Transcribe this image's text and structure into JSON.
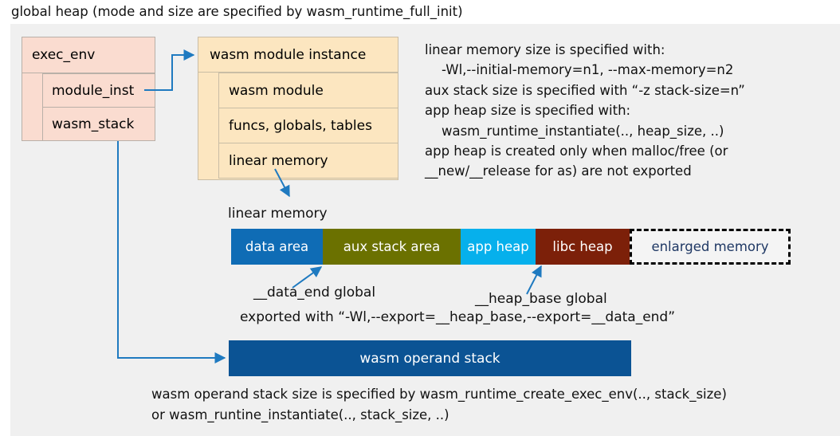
{
  "title": "global heap (mode and size are specified by wasm_runtime_full_init)",
  "exec_env": {
    "header": "exec_env",
    "rows": [
      {
        "label": "module_inst"
      },
      {
        "label": "wasm_stack"
      }
    ]
  },
  "module_instance": {
    "header": "wasm module instance",
    "rows": [
      {
        "label": "wasm module"
      },
      {
        "label": "funcs, globals, tables"
      },
      {
        "label": "linear memory"
      }
    ]
  },
  "info_note": "linear memory size is specified with:\n    -Wl,--initial-memory=n1, --max-memory=n2\naux stack size is specified with “-z stack-size=n”\napp heap size is specified with:\n    wasm_runtime_instantiate(.., heap_size, ..)\napp heap is created only when malloc/free (or\n__new/__release for as) are not exported",
  "linear_memory": {
    "label": "linear memory",
    "segments": [
      {
        "label": "data area",
        "color": "#0f6cb5",
        "text_color": "#ffffff"
      },
      {
        "label": "aux stack area",
        "color": "#6b7100",
        "text_color": "#ffffff"
      },
      {
        "label": "app heap",
        "color": "#06b0ec",
        "text_color": "#ffffff"
      },
      {
        "label": "libc heap",
        "color": "#7c2009",
        "text_color": "#ffffff"
      },
      {
        "label": "enlarged memory",
        "color": "#f4f4f4",
        "text_color": "#1f3864"
      }
    ]
  },
  "annotations": {
    "data_end": "__data_end global",
    "heap_base": "__heap_base global",
    "exported": "exported with “-Wl,--export=__heap_base,--export=__data_end”"
  },
  "operand_stack": {
    "label": "wasm operand stack",
    "color": "#0b5394"
  },
  "bottom_note": "wasm operand stack size is specified by wasm_runtime_create_exec_env(.., stack_size)\nor wasm_runtine_instantiate(.., stack_size, ..)",
  "colors": {
    "panel_background": "#f0f0f0",
    "exec_env_fill": "#fadcd0",
    "module_instance_fill": "#fce6c0",
    "connector": "#1f7ac0"
  }
}
